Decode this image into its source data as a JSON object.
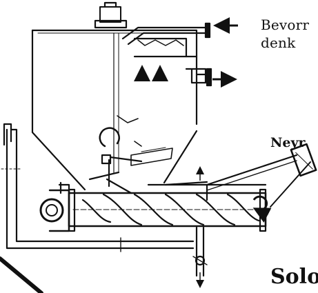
{
  "text": {
    "line1": "Bevorr",
    "line2": "denk",
    "heading1": "Neyr",
    "heading2": "Solo"
  },
  "colors": {
    "ink": "#111111",
    "paper": "#ffffff"
  },
  "icons": [
    "arrow-in-icon",
    "arrow-out-icon",
    "arrow-up-icon",
    "arrow-down-icon",
    "rotation-arrow-icon"
  ]
}
